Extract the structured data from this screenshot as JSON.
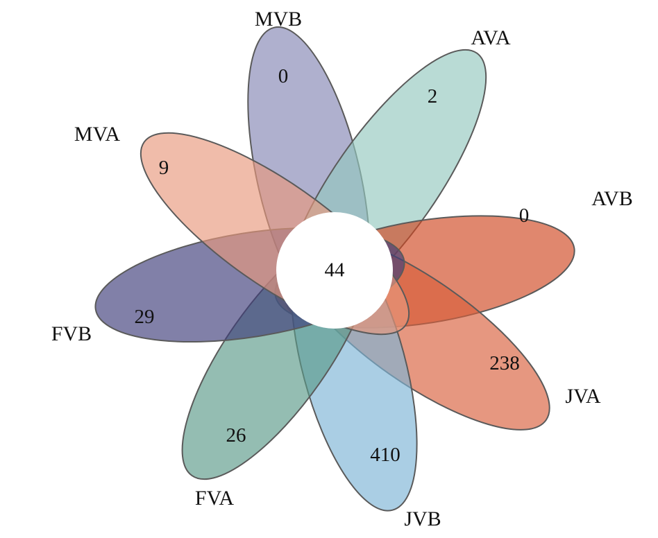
{
  "sets": [
    {
      "name": "MVB",
      "unique": "0",
      "color": "#8486b4"
    },
    {
      "name": "AVA",
      "unique": "2",
      "color": "#93c7bf"
    },
    {
      "name": "AVB",
      "unique": "0",
      "color": "#cf4620"
    },
    {
      "name": "JVA",
      "unique": "238",
      "color": "#d9603c"
    },
    {
      "name": "JVB",
      "unique": "410",
      "color": "#7cb4d6"
    },
    {
      "name": "FVA",
      "unique": "26",
      "color": "#5b9a88"
    },
    {
      "name": "FVB",
      "unique": "29",
      "color": "#3e3c7a"
    },
    {
      "name": "MVA",
      "unique": "9",
      "color": "#e8987c"
    }
  ],
  "shared": {
    "label": "44"
  }
}
